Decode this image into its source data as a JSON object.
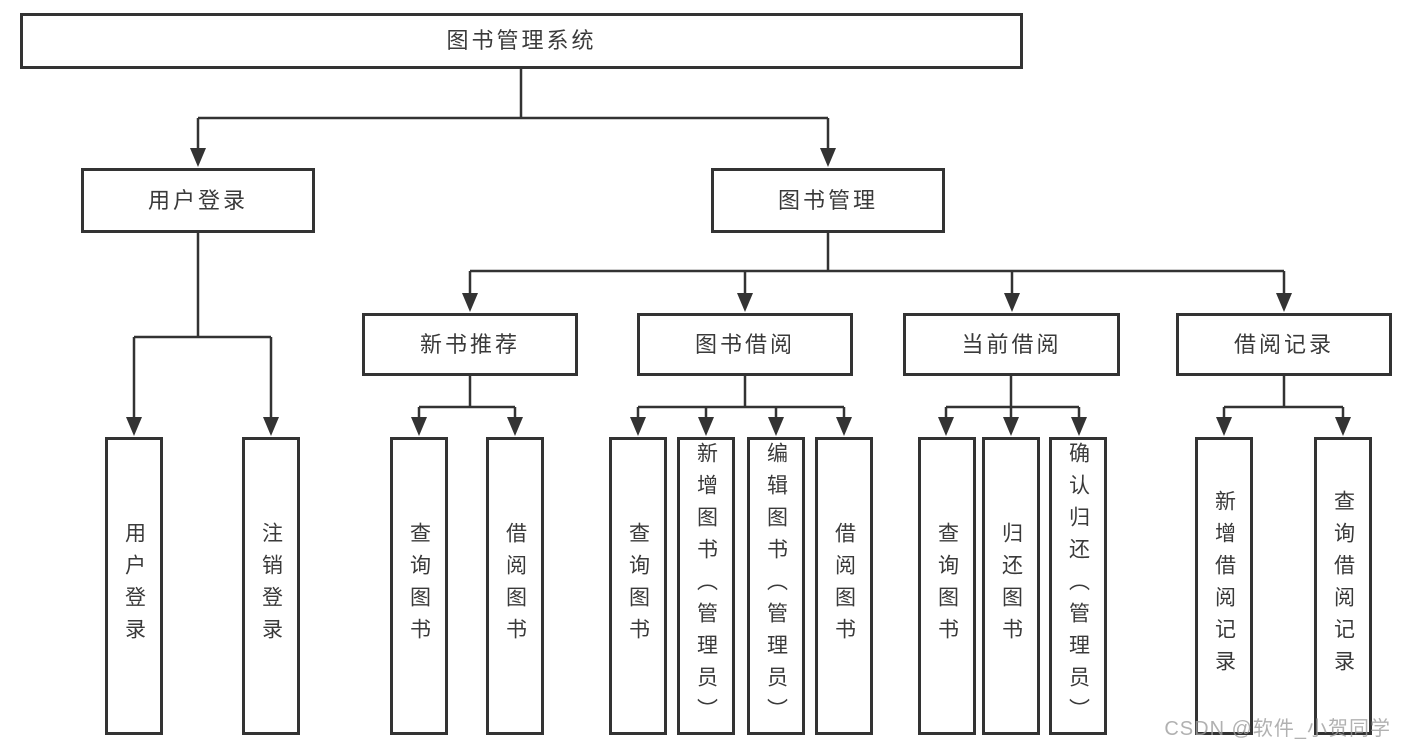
{
  "nodes": {
    "root": "图书管理系统",
    "user_login": "用户登录",
    "book_mgmt": "图书管理",
    "new_book_rec": "新书推荐",
    "book_borrow": "图书借阅",
    "current_borrow": "当前借阅",
    "borrow_record": "借阅记录",
    "user_login_child_1": "用户登录",
    "user_login_child_2": "注销登录",
    "new_book_rec_child_1": "查询图书",
    "new_book_rec_child_2": "借阅图书",
    "book_borrow_child_1": "查询图书",
    "book_borrow_child_2": "新增图书（管理员）",
    "book_borrow_child_3": "编辑图书（管理员）",
    "book_borrow_child_4": "借阅图书",
    "current_borrow_child_1": "查询图书",
    "current_borrow_child_2": "归还图书",
    "current_borrow_child_3": "确认归还（管理员）",
    "borrow_record_child_1": "新增借阅记录",
    "borrow_record_child_2": "查询借阅记录"
  },
  "watermark": "CSDN @软件_小贺同学",
  "colors": {
    "line": "#333333",
    "text": "#3a3a3a",
    "watermark": "#9e9e9e",
    "background": "#ffffff"
  }
}
